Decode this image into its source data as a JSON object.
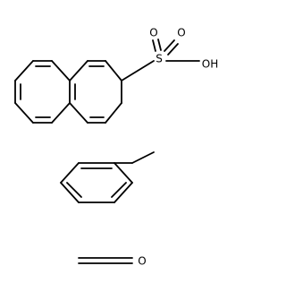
{
  "colors": {
    "background": "#ffffff",
    "bond": "#000000"
  },
  "molecules": [
    {
      "atom_labels": {
        "sulfur": "S",
        "oxygen_left": "O",
        "oxygen_right": "O",
        "hydroxyl": "OH"
      }
    },
    {
      "atom_labels": {}
    },
    {
      "atom_labels": {
        "oxygen": "O"
      }
    }
  ]
}
